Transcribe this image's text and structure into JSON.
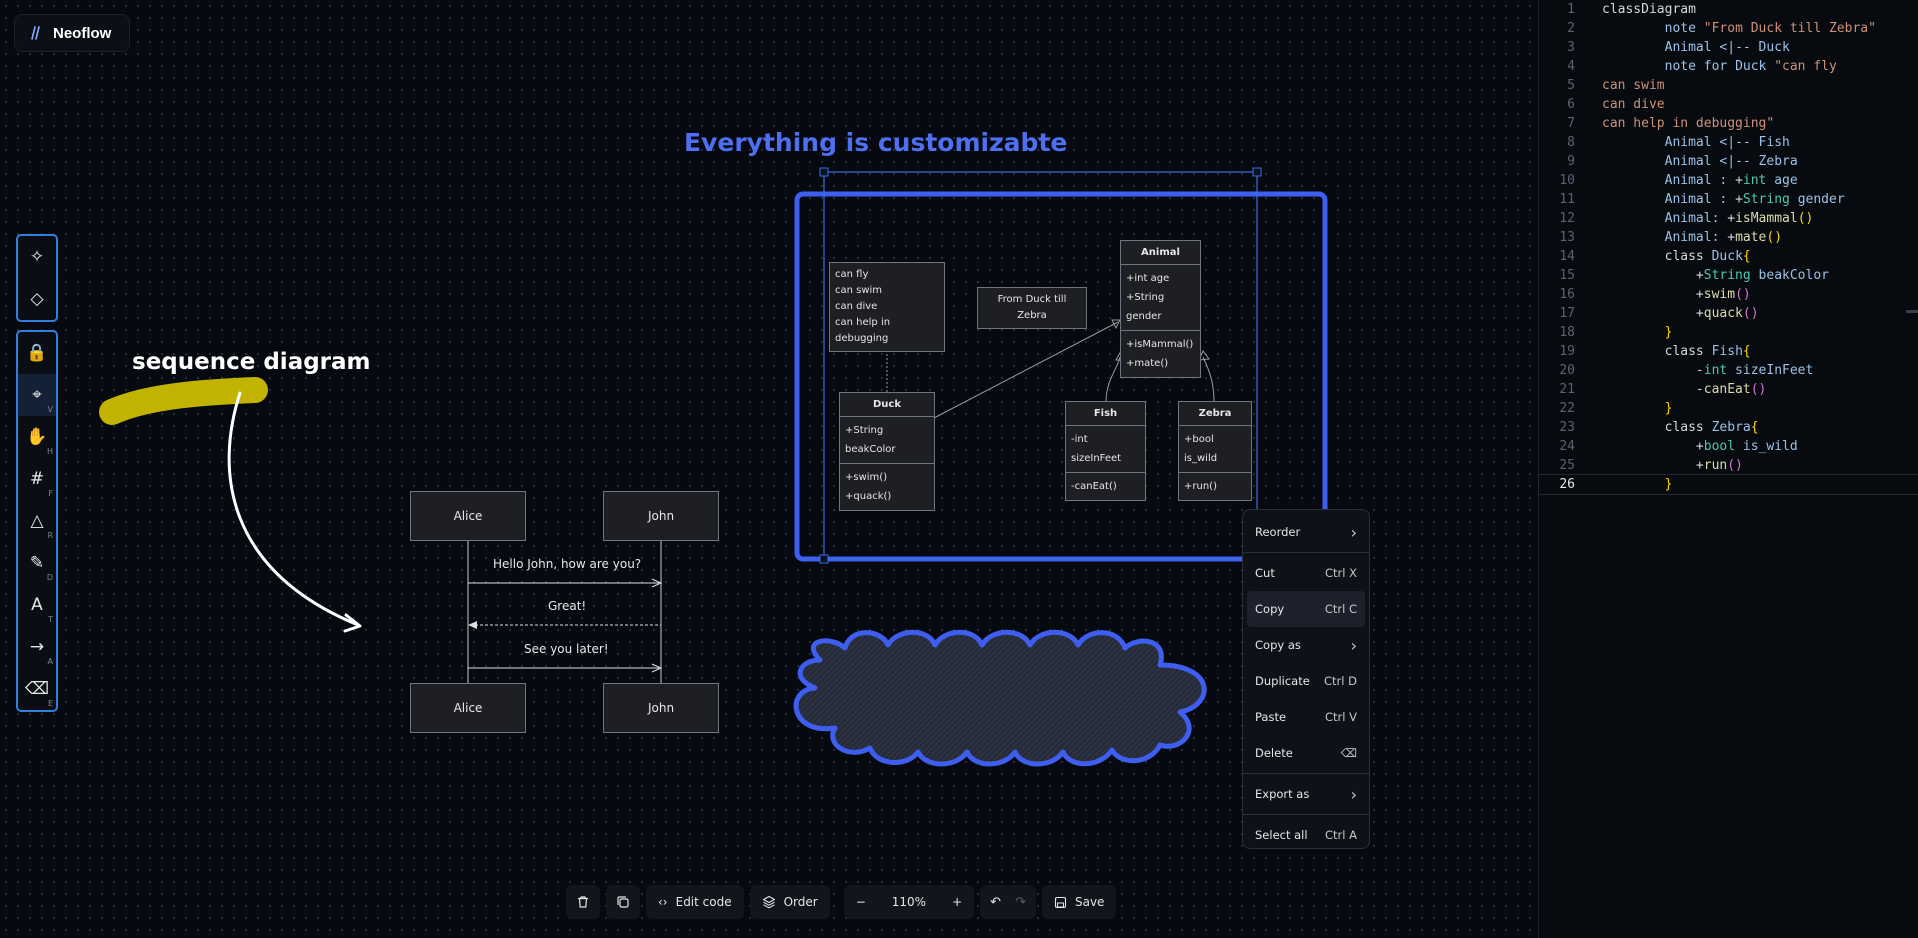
{
  "app": {
    "name": "Neoflow"
  },
  "toolbar": {
    "groups": [
      [
        {
          "name": "ai-tool",
          "icon": "✧",
          "key": ""
        },
        {
          "name": "shapes-tool",
          "icon": "◇",
          "key": ""
        }
      ],
      [
        {
          "name": "lock-tool",
          "icon": "🔒",
          "key": ""
        },
        {
          "name": "select-tool",
          "icon": "⌖",
          "key": "V"
        },
        {
          "name": "hand-tool",
          "icon": "✋",
          "key": "H"
        },
        {
          "name": "frame-tool",
          "icon": "#",
          "key": "F"
        },
        {
          "name": "shape-tool",
          "icon": "△",
          "key": "R"
        },
        {
          "name": "pen-tool",
          "icon": "✎",
          "key": "D"
        },
        {
          "name": "text-tool",
          "icon": "A",
          "key": "T"
        },
        {
          "name": "arrow-tool",
          "icon": "→",
          "key": "A"
        },
        {
          "name": "eraser-tool",
          "icon": "⌫",
          "key": "E"
        }
      ]
    ]
  },
  "canvas": {
    "sequence_title": "sequence diagram",
    "custom_title": "Everything is customizabte",
    "sequence": {
      "participants_top": [
        "Alice",
        "John"
      ],
      "participants_bottom": [
        "Alice",
        "John"
      ],
      "messages": [
        "Hello John, how are you?",
        "Great!",
        "See you later!"
      ]
    },
    "class_diagram": {
      "note_caps": [
        "can fly",
        "can swim",
        "can dive",
        "can help in debugging"
      ],
      "note_zebra": "From Duck till Zebra",
      "animal": {
        "name": "Animal",
        "attrs": [
          "+int age",
          "+String gender"
        ],
        "methods": [
          "+isMammal()",
          "+mate()"
        ]
      },
      "duck": {
        "name": "Duck",
        "attrs": [
          "+String beakColor"
        ],
        "methods": [
          "+swim()",
          "+quack()"
        ]
      },
      "fish": {
        "name": "Fish",
        "attrs": [
          "-int sizeInFeet"
        ],
        "methods": [
          "-canEat()"
        ]
      },
      "zebra": {
        "name": "Zebra",
        "attrs": [
          "+bool is_wild"
        ],
        "methods": [
          "+run()"
        ]
      }
    }
  },
  "context_menu": {
    "items": [
      {
        "label": "Reorder",
        "shortcut": "",
        "submenu": true
      },
      {
        "sep": true
      },
      {
        "label": "Cut",
        "shortcut": "Ctrl X",
        "submenu": false
      },
      {
        "label": "Copy",
        "shortcut": "Ctrl C",
        "submenu": false,
        "hover": true
      },
      {
        "label": "Copy as",
        "shortcut": "",
        "submenu": true
      },
      {
        "label": "Duplicate",
        "shortcut": "Ctrl D",
        "submenu": false
      },
      {
        "label": "Paste",
        "shortcut": "Ctrl V",
        "submenu": false
      },
      {
        "label": "Delete",
        "shortcut": "⌫",
        "submenu": false
      },
      {
        "sep": true
      },
      {
        "label": "Export as",
        "shortcut": "",
        "submenu": true
      },
      {
        "sep": true
      },
      {
        "label": "Select all",
        "shortcut": "Ctrl A",
        "submenu": false
      }
    ]
  },
  "bottom_bar": {
    "edit_code": "Edit code",
    "order": "Order",
    "zoom": "110%",
    "zoom_minus": "−",
    "zoom_plus": "+",
    "save": "Save"
  },
  "editor": {
    "current_line": 26,
    "lines": [
      [
        [
          "kw",
          "classDiagram"
        ]
      ],
      [
        [
          "ind",
          "        "
        ],
        [
          "id",
          "note "
        ],
        [
          "str",
          "\"From Duck till Zebra\""
        ]
      ],
      [
        [
          "ind",
          "        "
        ],
        [
          "id",
          "Animal <|-- Duck"
        ]
      ],
      [
        [
          "ind",
          "        "
        ],
        [
          "id",
          "note for Duck "
        ],
        [
          "str",
          "\"can fly"
        ]
      ],
      [
        [
          "str",
          "can swim"
        ]
      ],
      [
        [
          "str",
          "can dive"
        ]
      ],
      [
        [
          "str",
          "can help in debugging\""
        ]
      ],
      [
        [
          "ind",
          "        "
        ],
        [
          "id",
          "Animal <|-- Fish"
        ]
      ],
      [
        [
          "ind",
          "        "
        ],
        [
          "id",
          "Animal <|-- Zebra"
        ]
      ],
      [
        [
          "ind",
          "        "
        ],
        [
          "id",
          "Animal : "
        ],
        [
          "kw",
          "+"
        ],
        [
          "ty",
          "int"
        ],
        [
          "id",
          " age"
        ]
      ],
      [
        [
          "ind",
          "        "
        ],
        [
          "id",
          "Animal : "
        ],
        [
          "kw",
          "+"
        ],
        [
          "ty",
          "String"
        ],
        [
          "id",
          " gender"
        ]
      ],
      [
        [
          "ind",
          "        "
        ],
        [
          "id",
          "Animal: "
        ],
        [
          "kw",
          "+"
        ],
        [
          "fn",
          "isMammal"
        ],
        [
          "br1",
          "()"
        ]
      ],
      [
        [
          "ind",
          "        "
        ],
        [
          "id",
          "Animal: "
        ],
        [
          "kw",
          "+"
        ],
        [
          "fn",
          "mate"
        ],
        [
          "br1",
          "()"
        ]
      ],
      [
        [
          "ind",
          "        "
        ],
        [
          "kw",
          "class "
        ],
        [
          "id",
          "Duck"
        ],
        [
          "br1",
          "{"
        ]
      ],
      [
        [
          "ind",
          "            "
        ],
        [
          "kw",
          "+"
        ],
        [
          "ty",
          "String"
        ],
        [
          "id",
          " beakColor"
        ]
      ],
      [
        [
          "ind",
          "            "
        ],
        [
          "kw",
          "+"
        ],
        [
          "fn",
          "swim"
        ],
        [
          "br2",
          "()"
        ]
      ],
      [
        [
          "ind",
          "            "
        ],
        [
          "kw",
          "+"
        ],
        [
          "fn",
          "quack"
        ],
        [
          "br2",
          "()"
        ]
      ],
      [
        [
          "ind",
          "        "
        ],
        [
          "br1",
          "}"
        ]
      ],
      [
        [
          "ind",
          "        "
        ],
        [
          "kw",
          "class "
        ],
        [
          "id",
          "Fish"
        ],
        [
          "br1",
          "{"
        ]
      ],
      [
        [
          "ind",
          "            "
        ],
        [
          "kw",
          "-"
        ],
        [
          "ty",
          "int"
        ],
        [
          "id",
          " sizeInFeet"
        ]
      ],
      [
        [
          "ind",
          "            "
        ],
        [
          "kw",
          "-"
        ],
        [
          "fn",
          "canEat"
        ],
        [
          "br2",
          "()"
        ]
      ],
      [
        [
          "ind",
          "        "
        ],
        [
          "br1",
          "}"
        ]
      ],
      [
        [
          "ind",
          "        "
        ],
        [
          "kw",
          "class "
        ],
        [
          "id",
          "Zebra"
        ],
        [
          "br1",
          "{"
        ]
      ],
      [
        [
          "ind",
          "            "
        ],
        [
          "kw",
          "+"
        ],
        [
          "ty",
          "bool"
        ],
        [
          "id",
          " is_wild"
        ]
      ],
      [
        [
          "ind",
          "            "
        ],
        [
          "kw",
          "+"
        ],
        [
          "fn",
          "run"
        ],
        [
          "br2",
          "()"
        ]
      ],
      [
        [
          "ind",
          "        "
        ],
        [
          "br1",
          "}"
        ]
      ]
    ]
  },
  "colors": {
    "accent": "#2f7fe0",
    "highlighter": "#c2b300",
    "custom_text": "#4d6ff0",
    "cloud_border": "#3e5ef0"
  }
}
